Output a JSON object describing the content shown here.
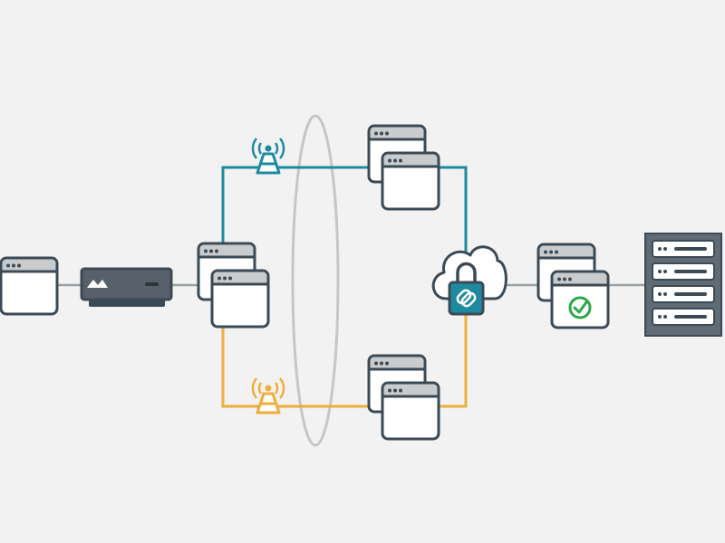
{
  "diagram": {
    "colors": {
      "background": "#f2f2f2",
      "outline": "#3c4a55",
      "window_fill": "#ffffff",
      "titlebar": "#c9ccce",
      "link_gray": "#9aa0a4",
      "path_blue": "#1e8aa0",
      "path_orange": "#f0ad3c",
      "ring": "#c6c6c6",
      "router_body": "#58606a",
      "check_green": "#2ba84a",
      "server_rack": "#5f6b75"
    },
    "nodes": [
      {
        "id": "client-window",
        "icon": "browser-window-icon"
      },
      {
        "id": "edge-router",
        "icon": "router-icon"
      },
      {
        "id": "gateway-windows",
        "icon": "stacked-windows-icon"
      },
      {
        "id": "blue-antenna",
        "icon": "cell-tower-icon"
      },
      {
        "id": "orange-antenna",
        "icon": "cell-tower-icon"
      },
      {
        "id": "top-windows",
        "icon": "stacked-windows-icon"
      },
      {
        "id": "bottom-windows",
        "icon": "stacked-windows-icon"
      },
      {
        "id": "secure-cloud",
        "icon": "cloud-lock-icon"
      },
      {
        "id": "verified-windows",
        "icon": "stacked-windows-check-icon"
      },
      {
        "id": "server-rack",
        "icon": "server-rack-icon"
      }
    ],
    "links": [
      {
        "from": "client-window",
        "to": "edge-router",
        "color": "gray"
      },
      {
        "from": "edge-router",
        "to": "gateway-windows",
        "color": "gray"
      },
      {
        "from": "gateway-windows",
        "to": "top-windows",
        "color": "blue"
      },
      {
        "from": "top-windows",
        "to": "secure-cloud",
        "color": "blue"
      },
      {
        "from": "gateway-windows",
        "to": "bottom-windows",
        "color": "orange"
      },
      {
        "from": "bottom-windows",
        "to": "secure-cloud",
        "color": "orange"
      },
      {
        "from": "secure-cloud",
        "to": "verified-windows",
        "color": "gray"
      },
      {
        "from": "verified-windows",
        "to": "server-rack",
        "color": "gray"
      }
    ]
  }
}
